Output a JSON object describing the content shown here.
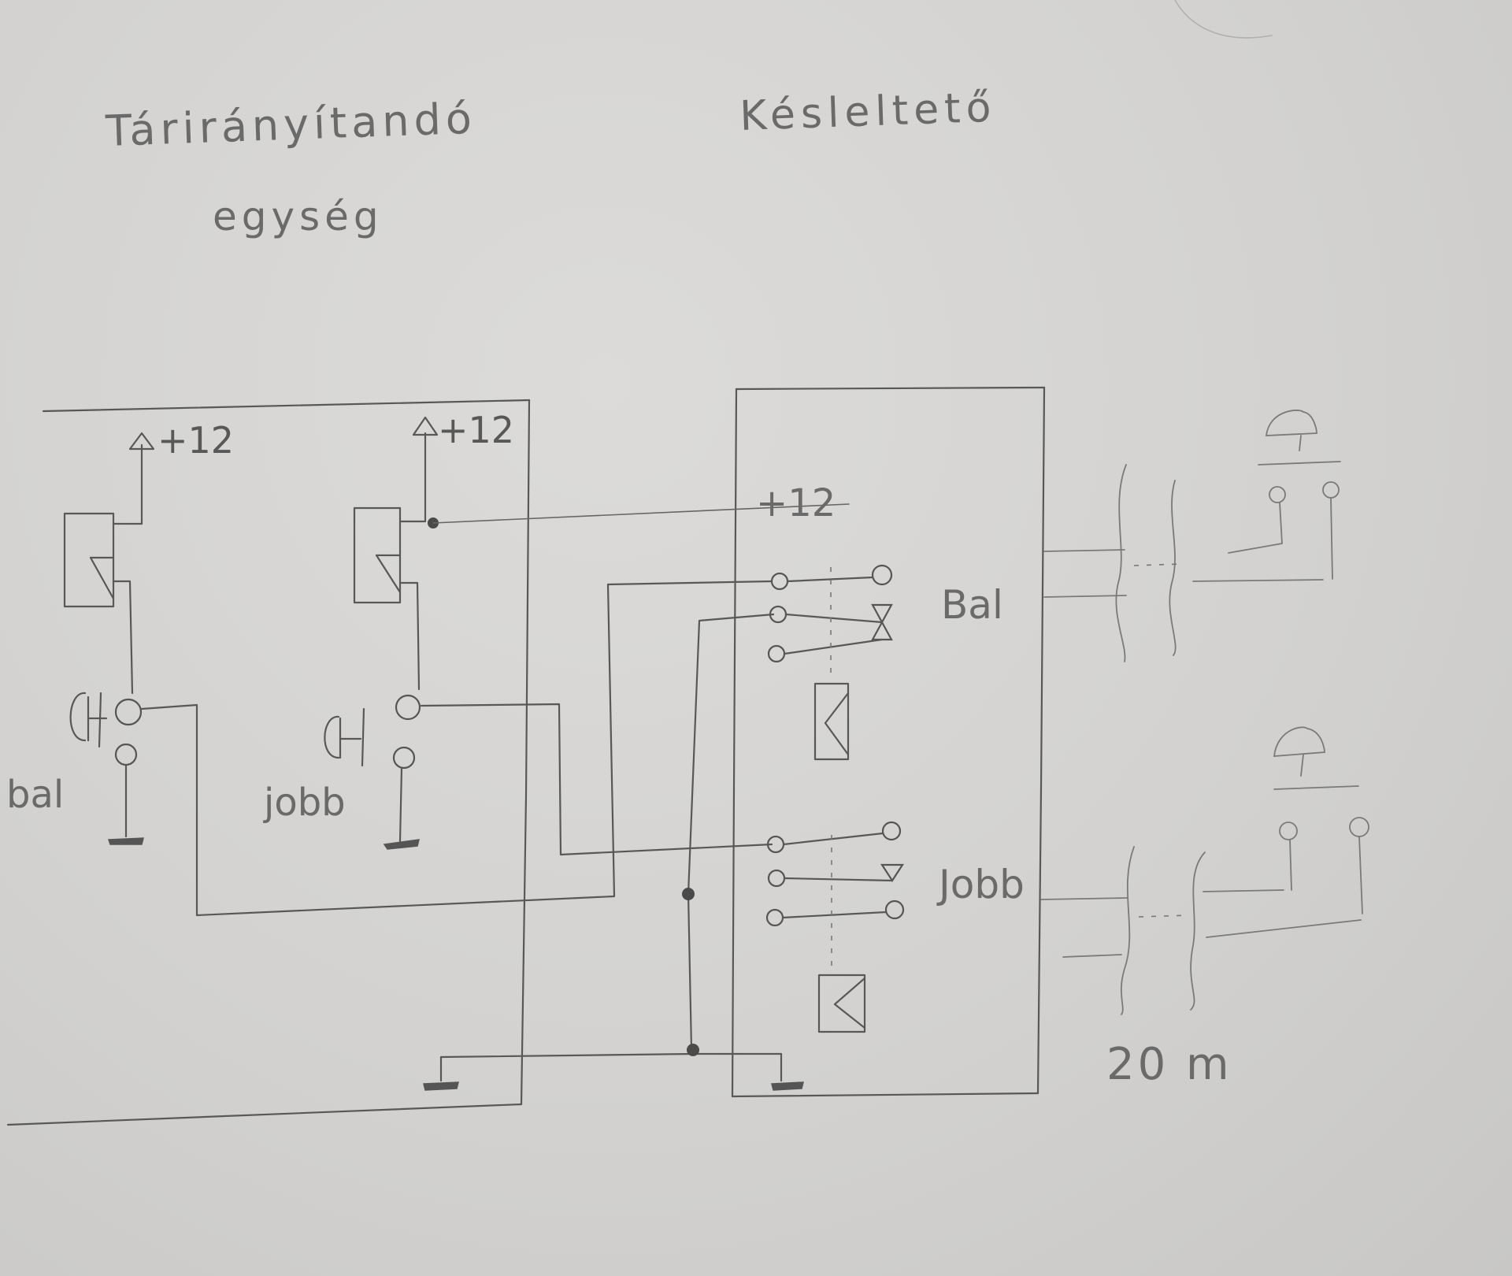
{
  "titles": {
    "left_line1": "Tárirányítandó",
    "left_line2": "egység",
    "right": "Késleltető"
  },
  "labels": {
    "supply_left_1": "+12",
    "supply_left_2": "+12",
    "supply_right": "+12",
    "switch_left": "bal",
    "switch_right": "jobb",
    "relay_bal": "Bal",
    "relay_jobb": "Jobb",
    "cable_length": "20 m"
  }
}
